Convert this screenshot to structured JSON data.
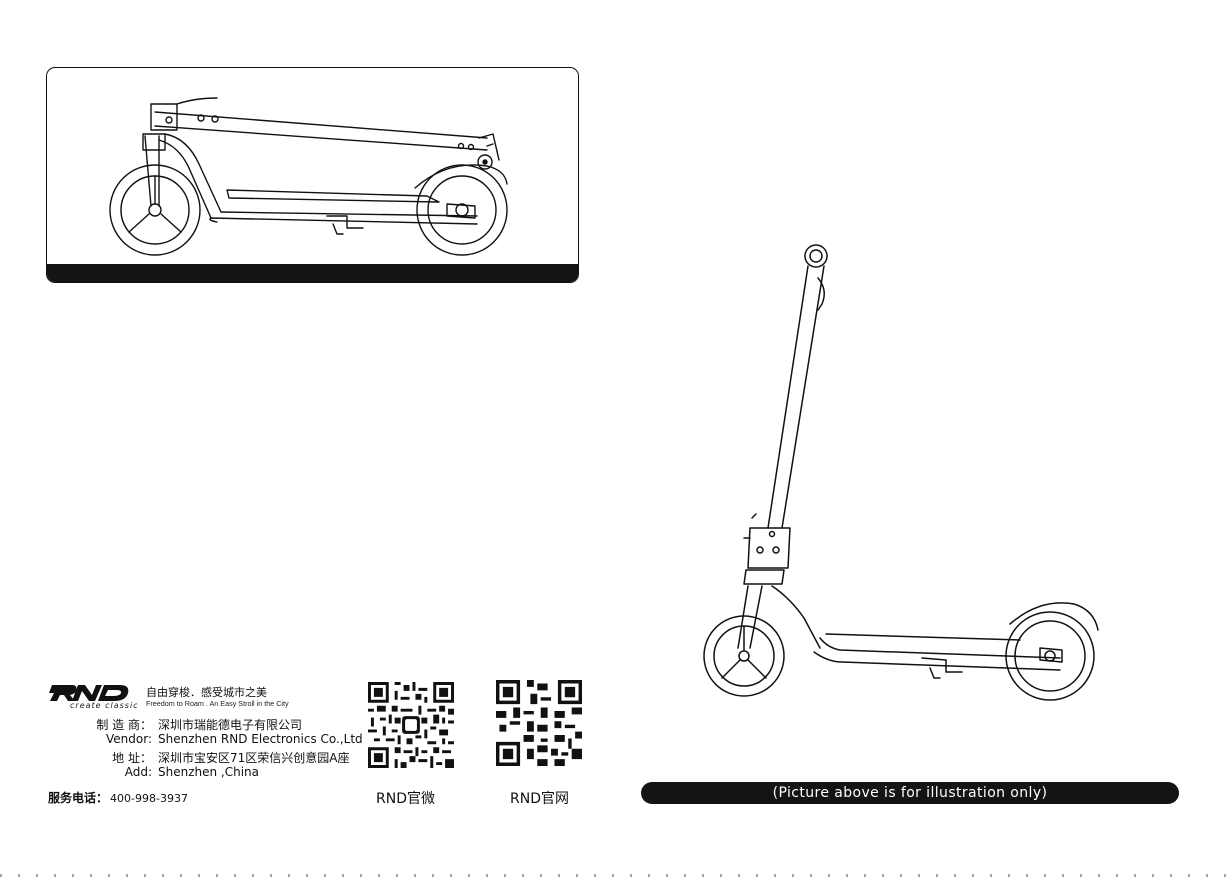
{
  "caption": "(Picture above is for  illustration only)",
  "brand": {
    "logo_text": "RND",
    "tagline": "create classic",
    "slogan_zh": "自由穿梭．感受城市之美",
    "slogan_en": "Freedom to Roam . An Easy Stroll in the City"
  },
  "contact": {
    "rows": [
      {
        "label": "制 造 商：",
        "value": "深圳市瑞能德电子有限公司"
      },
      {
        "label": "Vendor:",
        "value": "Shenzhen RND Electronics Co.,Ltd"
      },
      {
        "label": "地  址：",
        "value": "深圳市宝安区71区荣信兴创意园A座"
      },
      {
        "label": "Add:",
        "value": "Shenzhen ,China"
      }
    ],
    "hotline_label": "服务电话：",
    "hotline_value": "400-998-3937"
  },
  "qr_codes": [
    {
      "label": "RND官微",
      "icon": "qr-code-icon"
    },
    {
      "label": "RND官网",
      "icon": "qr-code-icon"
    }
  ],
  "colors": {
    "ink": "#111111",
    "bar": "#141414"
  }
}
